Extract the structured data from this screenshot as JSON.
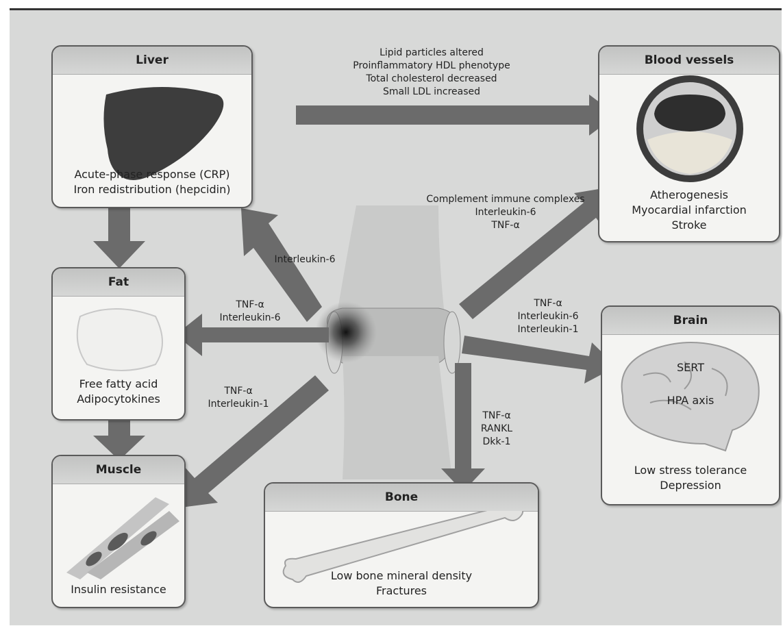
{
  "panels": {
    "liver": {
      "title": "Liver",
      "lines": [
        "Acute-phase response (CRP)",
        "Iron redistribution (hepcidin)"
      ]
    },
    "blood_vessels": {
      "title": "Blood vessels",
      "lines": [
        "Atherogenesis",
        "Myocardial infarction",
        "Stroke"
      ]
    },
    "fat": {
      "title": "Fat",
      "lines": [
        "Free fatty acid",
        "Adipocytokines"
      ]
    },
    "brain": {
      "title": "Brain",
      "lines": [
        "SERT",
        "HPA axis",
        "Low stress tolerance",
        "Depression"
      ]
    },
    "muscle": {
      "title": "Muscle",
      "lines": [
        "Insulin resistance"
      ]
    },
    "bone": {
      "title": "Bone",
      "lines": [
        "Low bone mineral density",
        "Fractures"
      ]
    }
  },
  "arrow_labels": {
    "liver_to_vessels": [
      "Lipid particles altered",
      "Proinflammatory HDL phenotype",
      "Total cholesterol decreased",
      "Small LDL increased"
    ],
    "joint_to_vessels": [
      "Complement immune complexes",
      "Interleukin-6",
      "TNF-α"
    ],
    "joint_to_liver": [
      "Interleukin-6"
    ],
    "joint_to_fat": [
      "TNF-α",
      "Interleukin-6"
    ],
    "joint_to_brain": [
      "TNF-α",
      "Interleukin-6",
      "Interleukin-1"
    ],
    "joint_to_muscle": [
      "TNF-α",
      "Interleukin-1"
    ],
    "joint_to_bone": [
      "TNF-α",
      "RANKL",
      "Dkk-1"
    ]
  },
  "colors": {
    "arrow": "#6b6b6b",
    "panel_bg": "#f4f4f2",
    "header_bg": "#c6c7c6",
    "liver": "#3d3d3d",
    "background": "#d8d9d8"
  }
}
